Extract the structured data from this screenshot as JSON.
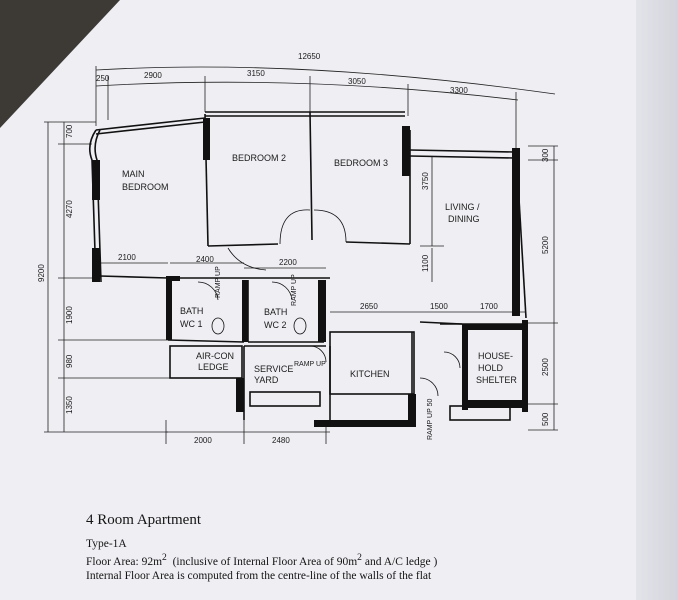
{
  "plan": {
    "rooms": {
      "main_bedroom": [
        "MAIN",
        "BEDROOM"
      ],
      "bedroom2": "BEDROOM 2",
      "bedroom3": "BEDROOM 3",
      "living_dining": [
        "LIVING /",
        "DINING"
      ],
      "bath1": [
        "BATH",
        "WC 1"
      ],
      "bath2": [
        "BATH",
        "WC 2"
      ],
      "aircon": [
        "AIR-CON",
        "LEDGE"
      ],
      "service_yard": [
        "SERVICE",
        "YARD"
      ],
      "kitchen": "KITCHEN",
      "household_shelter": [
        "HOUSE-",
        "HOLD",
        "SHELTER"
      ]
    },
    "ramps": [
      "RAMP UP",
      "RAMP UP",
      "RAMP UP",
      "RAMP UP 50"
    ],
    "dimensions": {
      "top_total": "12650",
      "top_segments": [
        "250",
        "2900",
        "3150",
        "3050",
        "3300"
      ],
      "left_total": "9200",
      "left_segments": [
        "700",
        "4270",
        "1900",
        "980",
        "1350"
      ],
      "right_segments": [
        "300",
        "5200",
        "2500",
        "500"
      ],
      "inner_horizontal": [
        "2100",
        "2400",
        "2200",
        "2650",
        "1500",
        "1700"
      ],
      "inner_vertical": [
        "3750",
        "1100"
      ],
      "bottom_segments": [
        "2000",
        "2480"
      ]
    }
  },
  "caption": {
    "title": "4 Room Apartment",
    "type": "Type-1A",
    "floor_area_prefix": "Floor Area: 92m",
    "floor_area_sup": "2",
    "floor_area_note_a": "(inclusive of Internal Floor Area of 90m",
    "floor_area_note_sup": "2",
    "floor_area_note_b": " and A/C ledge )",
    "note": "Internal Floor Area is computed from the centre-line of the walls of the flat"
  }
}
